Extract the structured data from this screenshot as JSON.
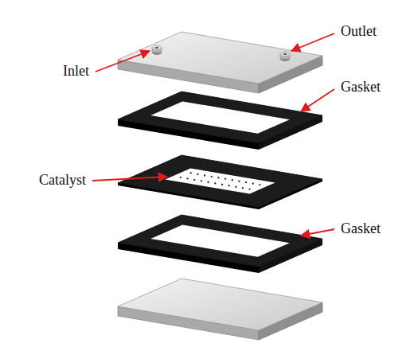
{
  "diagram": {
    "labels": [
      "Inlet",
      "Outlet",
      "Gasket",
      "Catalyst",
      "Gasket"
    ]
  }
}
